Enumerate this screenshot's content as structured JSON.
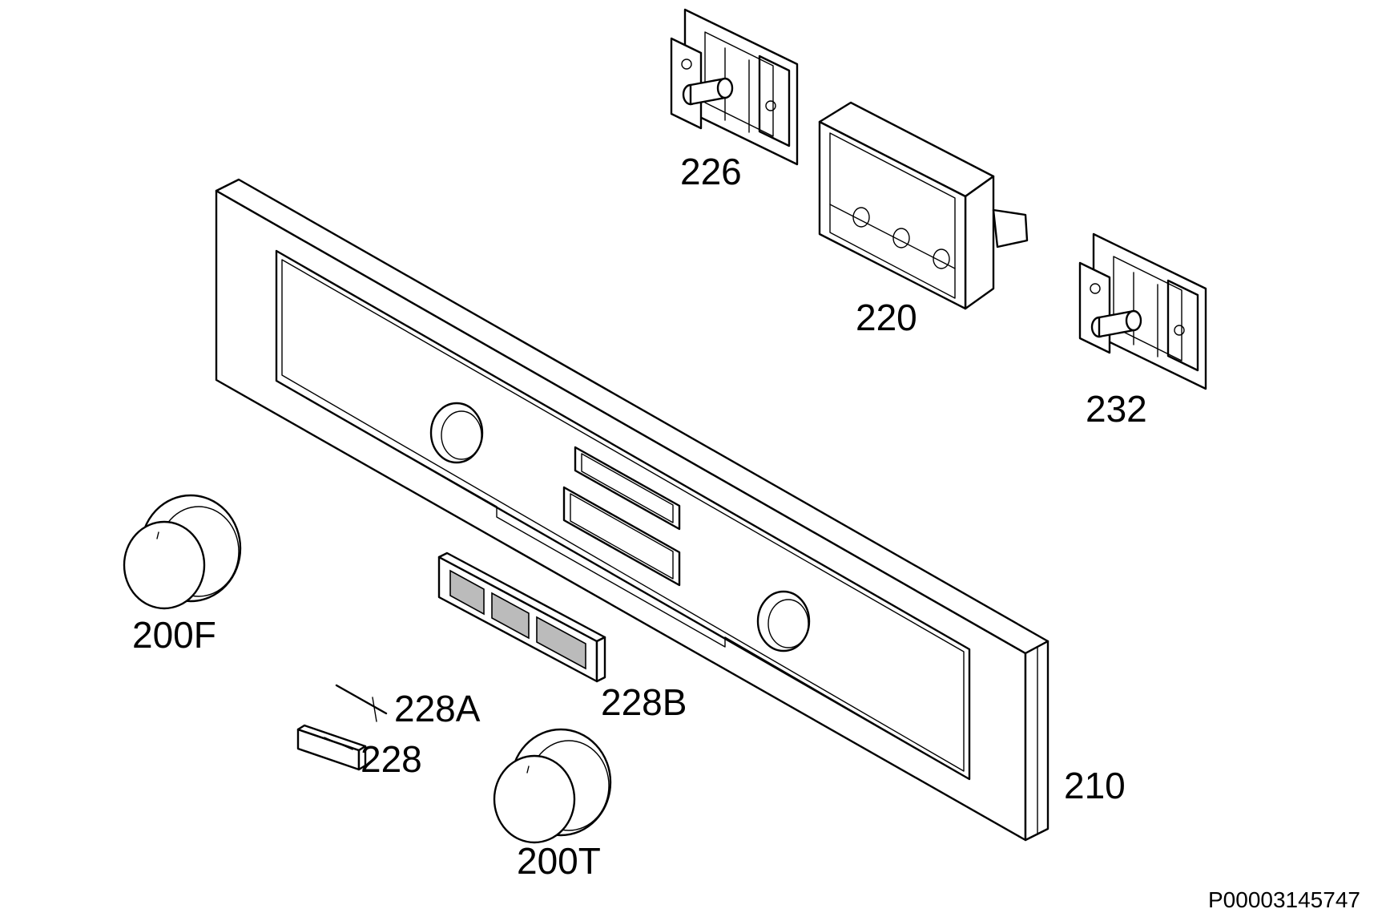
{
  "drawing_id": "P00003145747",
  "parts": {
    "p200F": "200F",
    "p200T": "200T",
    "p210": "210",
    "p220": "220",
    "p226": "226",
    "p228": "228",
    "p228A": "228A",
    "p228B": "228B",
    "p232": "232"
  }
}
